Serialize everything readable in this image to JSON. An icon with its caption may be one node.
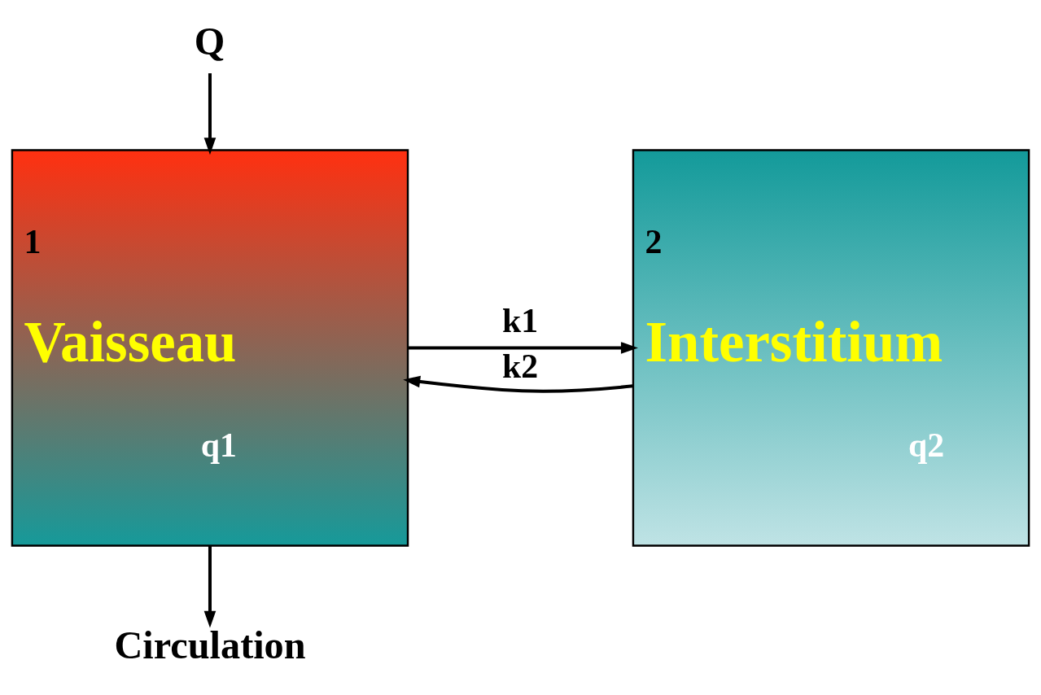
{
  "diagram": {
    "nodes": [
      {
        "text": [
          "Q"
        ]
      },
      {
        "text": [
          "1",
          "Vaisseau",
          "q1"
        ]
      },
      {
        "text": [
          "2",
          "Interstitium",
          "q2"
        ]
      },
      {
        "text": [
          "Circulation"
        ]
      }
    ],
    "edges": [
      {
        "from": 0,
        "to": 1,
        "arrow": "to"
      },
      {
        "from": 1,
        "to": 2,
        "arrow": "to",
        "label": "k1"
      },
      {
        "from": 2,
        "to": 1,
        "arrow": "to",
        "label": "k2"
      },
      {
        "from": 1,
        "to": 3,
        "arrow": "to"
      }
    ]
  }
}
